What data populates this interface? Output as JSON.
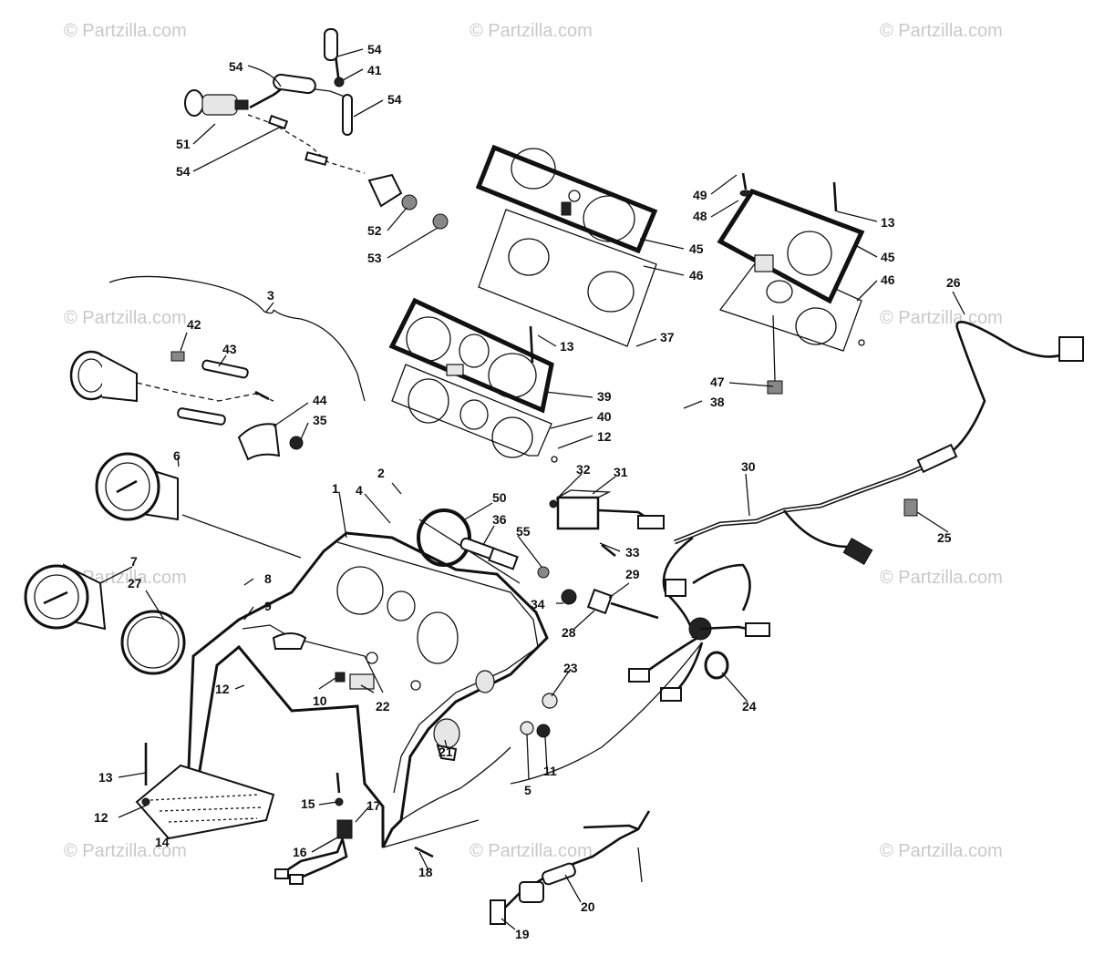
{
  "watermark": "© Partzilla.com",
  "callouts": [
    {
      "id": "c54a",
      "text": "54"
    },
    {
      "id": "c54b",
      "text": "54"
    },
    {
      "id": "c41",
      "text": "41"
    },
    {
      "id": "c54c",
      "text": "54"
    },
    {
      "id": "c51",
      "text": "51"
    },
    {
      "id": "c54d",
      "text": "54"
    },
    {
      "id": "c52",
      "text": "52"
    },
    {
      "id": "c53",
      "text": "53"
    },
    {
      "id": "c49",
      "text": "49"
    },
    {
      "id": "c48",
      "text": "48"
    },
    {
      "id": "c13a",
      "text": "13"
    },
    {
      "id": "c45a",
      "text": "45"
    },
    {
      "id": "c46a",
      "text": "46"
    },
    {
      "id": "c45b",
      "text": "45"
    },
    {
      "id": "c46b",
      "text": "46"
    },
    {
      "id": "c26",
      "text": "26"
    },
    {
      "id": "c3",
      "text": "3"
    },
    {
      "id": "c42",
      "text": "42"
    },
    {
      "id": "c43",
      "text": "43"
    },
    {
      "id": "c13b",
      "text": "13"
    },
    {
      "id": "c37",
      "text": "37"
    },
    {
      "id": "c47",
      "text": "47"
    },
    {
      "id": "c38",
      "text": "38"
    },
    {
      "id": "c39",
      "text": "39"
    },
    {
      "id": "c40",
      "text": "40"
    },
    {
      "id": "c12a",
      "text": "12"
    },
    {
      "id": "c44",
      "text": "44"
    },
    {
      "id": "c35",
      "text": "35"
    },
    {
      "id": "c6",
      "text": "6"
    },
    {
      "id": "c32",
      "text": "32"
    },
    {
      "id": "c31",
      "text": "31"
    },
    {
      "id": "c30",
      "text": "30"
    },
    {
      "id": "c2",
      "text": "2"
    },
    {
      "id": "c1",
      "text": "1"
    },
    {
      "id": "c4",
      "text": "4"
    },
    {
      "id": "c50",
      "text": "50"
    },
    {
      "id": "c36",
      "text": "36"
    },
    {
      "id": "c55",
      "text": "55"
    },
    {
      "id": "c33",
      "text": "33"
    },
    {
      "id": "c25",
      "text": "25"
    },
    {
      "id": "c7",
      "text": "7"
    },
    {
      "id": "c27",
      "text": "27"
    },
    {
      "id": "c8",
      "text": "8"
    },
    {
      "id": "c9",
      "text": "9"
    },
    {
      "id": "c29",
      "text": "29"
    },
    {
      "id": "c34",
      "text": "34"
    },
    {
      "id": "c28",
      "text": "28"
    },
    {
      "id": "c12b",
      "text": "12"
    },
    {
      "id": "c10",
      "text": "10"
    },
    {
      "id": "c22",
      "text": "22"
    },
    {
      "id": "c23",
      "text": "23"
    },
    {
      "id": "c24",
      "text": "24"
    },
    {
      "id": "c21",
      "text": "21"
    },
    {
      "id": "c5",
      "text": "5"
    },
    {
      "id": "c11",
      "text": "11"
    },
    {
      "id": "c13c",
      "text": "13"
    },
    {
      "id": "c12c",
      "text": "12"
    },
    {
      "id": "c14",
      "text": "14"
    },
    {
      "id": "c15",
      "text": "15"
    },
    {
      "id": "c17",
      "text": "17"
    },
    {
      "id": "c16",
      "text": "16"
    },
    {
      "id": "c18",
      "text": "18"
    },
    {
      "id": "c20",
      "text": "20"
    },
    {
      "id": "c19",
      "text": "19"
    }
  ]
}
